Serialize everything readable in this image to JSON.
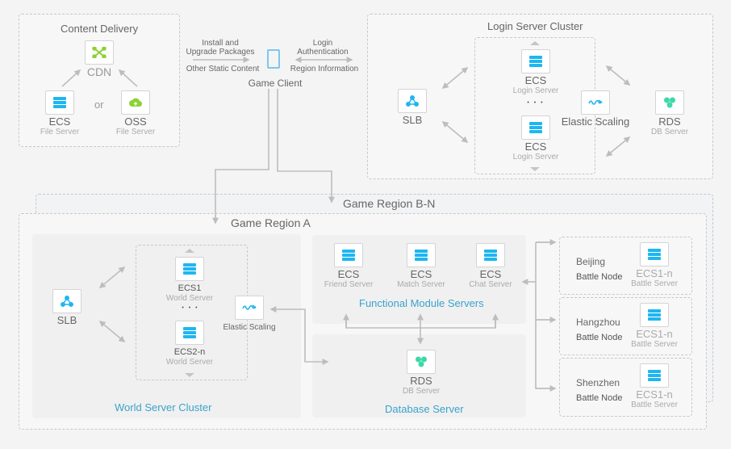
{
  "content_delivery": {
    "title": "Content Delivery",
    "cdn": {
      "name": "CDN",
      "icon": "cdn-icon"
    },
    "ecs": {
      "name": "ECS",
      "sub": "File Server",
      "icon": "server-icon"
    },
    "or_label": "or",
    "oss": {
      "name": "OSS",
      "sub": "File Server",
      "icon": "cloud-upload-icon"
    }
  },
  "game_client": {
    "name": "Game Client",
    "icon": "tablet-icon",
    "left_top": "Install and\nUpgrade Packages",
    "left_bottom": "Other Static Content",
    "right_top": "Login\nAuthentication",
    "right_bottom": "Region Information"
  },
  "login_cluster": {
    "title": "Login Server Cluster",
    "slb": {
      "name": "SLB",
      "icon": "load-balancer-icon"
    },
    "ecs_top": {
      "name": "ECS",
      "sub": "Login Server"
    },
    "ecs_bottom": {
      "name": "ECS",
      "sub": "Login Server"
    },
    "ellipsis": "• • •",
    "scaling": {
      "name": "Elastic Scaling",
      "icon": "elastic-scaling-icon"
    },
    "rds": {
      "name": "RDS",
      "sub": "DB Server",
      "icon": "database-icon"
    }
  },
  "region_bn": {
    "title": "Game Region B-N"
  },
  "region_a": {
    "title": "Game Region A",
    "world_cluster": {
      "title": "World Server Cluster",
      "slb": {
        "name": "SLB"
      },
      "ecs1": {
        "name": "ECS1",
        "sub": "World Server"
      },
      "ellipsis": "• • •",
      "ecs2": {
        "name": "ECS2-n",
        "sub": "World Server"
      },
      "scaling": {
        "name": "Elastic Scaling"
      }
    },
    "functional": {
      "title": "Functional Module Servers",
      "servers": [
        {
          "name": "ECS",
          "sub": "Friend Server"
        },
        {
          "name": "ECS",
          "sub": "Match Server"
        },
        {
          "name": "ECS",
          "sub": "Chat Server"
        }
      ]
    },
    "database": {
      "title": "Database Server",
      "rds": {
        "name": "RDS",
        "sub": "DB Server"
      }
    },
    "battle_nodes": [
      {
        "city": "Beijing",
        "label": "Battle Node",
        "name": "ECS1-n",
        "sub": "Battle Server"
      },
      {
        "city": "Hangzhou",
        "label": "Battle Node",
        "name": "ECS1-n",
        "sub": "Battle Server"
      },
      {
        "city": "Shenzhen",
        "label": "Battle Node",
        "name": "ECS1-n",
        "sub": "Battle Server"
      }
    ]
  },
  "colors": {
    "server_blue": "#1fb6f0",
    "green_cdn": "#8cd234",
    "teal_rds": "#3ed9a8",
    "title_blue": "#3aa3c9",
    "line_gray": "#bdbdbd"
  }
}
